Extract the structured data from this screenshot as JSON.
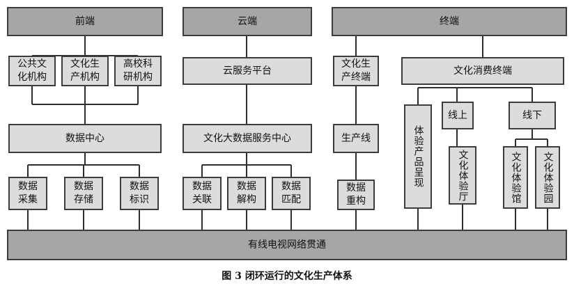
{
  "header": {
    "front": "前端",
    "cloud": "云端",
    "terminal": "终端"
  },
  "front": {
    "institutions": [
      "公共文化机构",
      "文化生产机构",
      "高校科研机构"
    ],
    "data_center": "数据中心",
    "ops": [
      "数据采集",
      "数据存储",
      "数据标识"
    ]
  },
  "cloud": {
    "platform": "云服务平台",
    "big_data_center": "文化大数据服务中心",
    "ops": [
      "数据关联",
      "数据解构",
      "数据匹配"
    ]
  },
  "terminal": {
    "production_terminal": "文化生产终端",
    "production_line": "生产线",
    "rebuild": "数据重构",
    "consumer_terminal": "文化消费终端",
    "experience": "体验产品呈现",
    "online": "线上",
    "offline": "线下",
    "hall": "文化体验厅",
    "museum": "文化体验馆",
    "park": "文化体验园"
  },
  "network": "有线电视网络贯通",
  "caption": "图 3   闭环运行的文化生产体系"
}
